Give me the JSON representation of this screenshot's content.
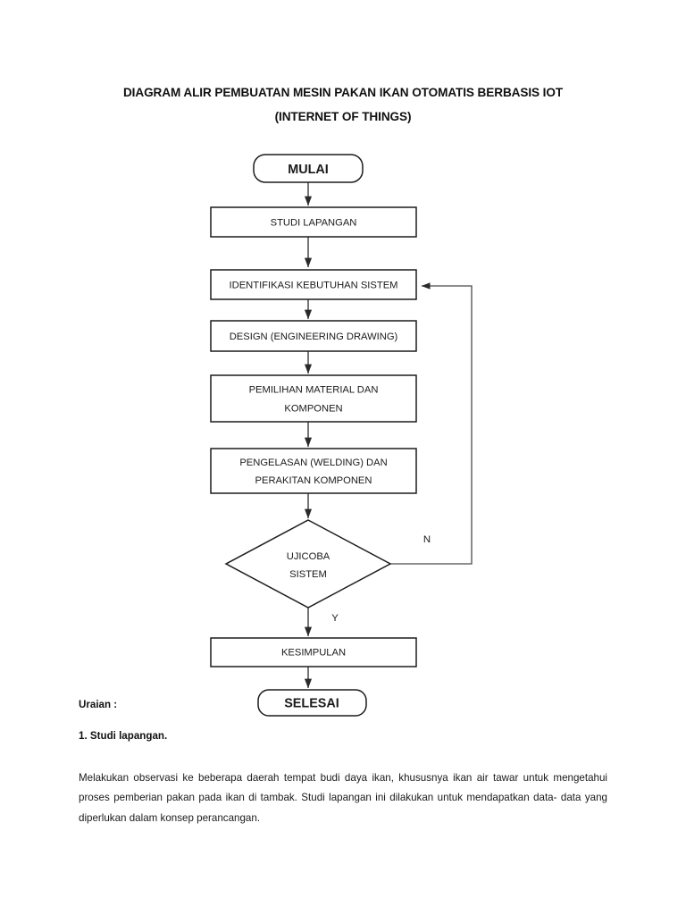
{
  "document": {
    "title_line1": "DIAGRAM ALIR PEMBUATAN MESIN PAKAN IKAN OTOMATIS BERBASIS IOT",
    "title_line2": "(INTERNET OF THINGS)"
  },
  "flowchart": {
    "nodes": [
      {
        "id": "start",
        "type": "terminator",
        "label": "MULAI"
      },
      {
        "id": "studi",
        "type": "process",
        "label": "STUDI LAPANGAN"
      },
      {
        "id": "identifikasi",
        "type": "process",
        "label": "IDENTIFIKASI KEBUTUHAN SISTEM"
      },
      {
        "id": "design",
        "type": "process",
        "label": "DESIGN (ENGINEERING DRAWING)"
      },
      {
        "id": "pemilihan",
        "type": "process",
        "label_line1": "PEMILIHAN MATERIAL DAN",
        "label_line2": "KOMPONEN"
      },
      {
        "id": "pengelasan",
        "type": "process",
        "label_line1": "PENGELASAN  (WELDING) DAN",
        "label_line2": "PERAKITAN KOMPONEN"
      },
      {
        "id": "ujicoba",
        "type": "decision",
        "label_line1": "UJICOBA",
        "label_line2": "SISTEM"
      },
      {
        "id": "kesimpulan",
        "type": "process",
        "label": "KESIMPULAN"
      },
      {
        "id": "end",
        "type": "terminator",
        "label": "SELESAI"
      }
    ],
    "branch_labels": {
      "no": "N",
      "yes": "Y"
    },
    "colors": {
      "shape_stroke": "#1c1c1c",
      "shape_fill": "#ffffff",
      "connector": "#3a3a3a",
      "text": "#1a1a1a"
    }
  },
  "body": {
    "uraian_label": "Uraian :",
    "section_heading": "1. Studi lapangan.",
    "paragraph": "Melakukan observasi ke beberapa daerah tempat budi daya ikan, khususnya ikan air tawar untuk mengetahui proses pemberian pakan pada ikan di tambak. Studi lapangan ini  dilakukan untuk mendapatkan data- data yang diperlukan dalam konsep perancangan."
  }
}
